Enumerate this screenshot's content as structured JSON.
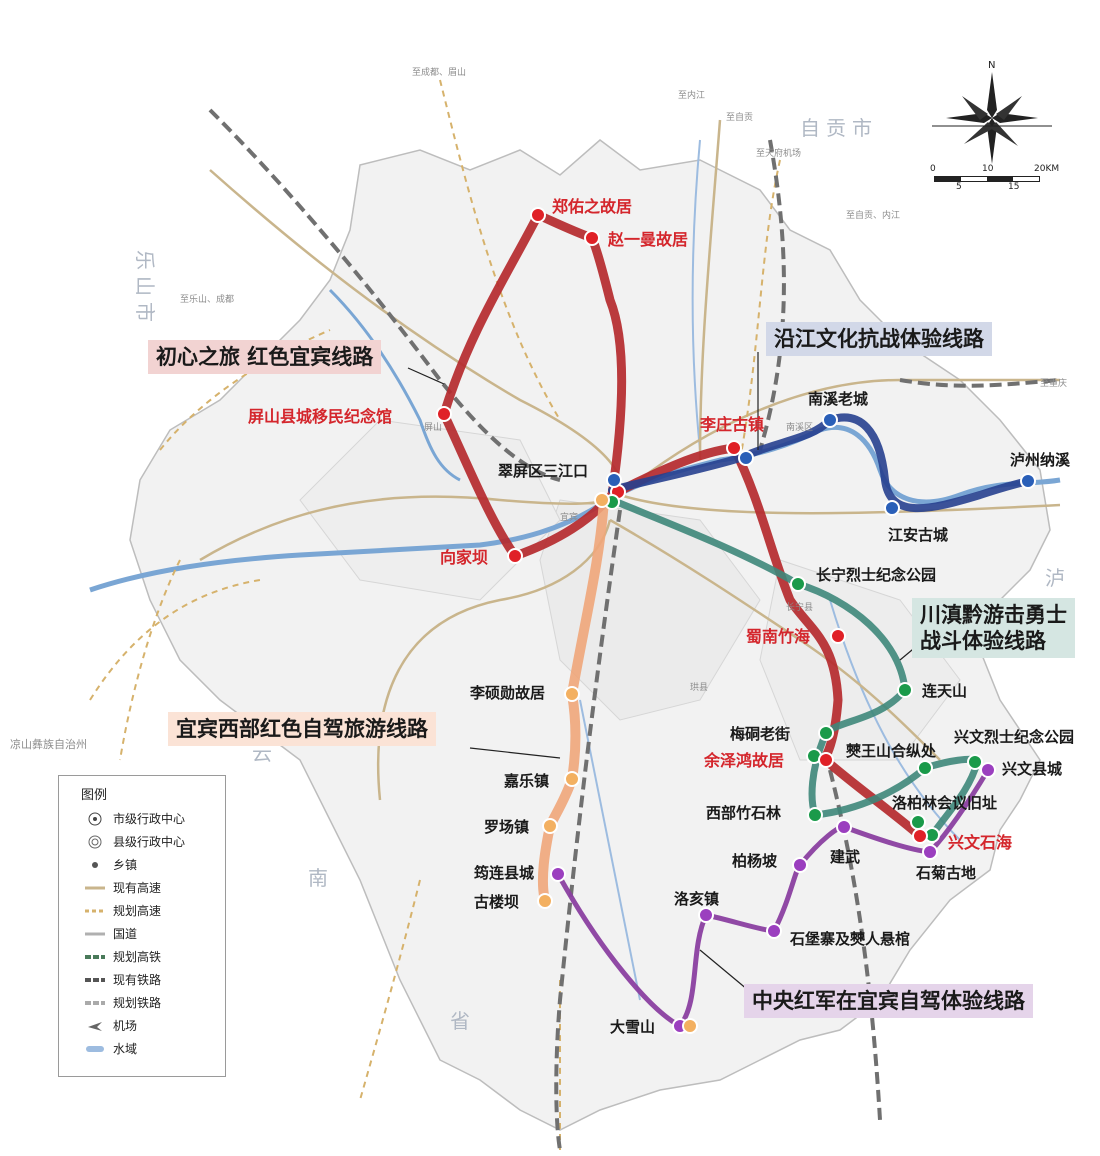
{
  "routes": {
    "red": "初心之旅 红色宜宾线路",
    "blue": "沿江文化抗战体验线路",
    "teal": "川滇黔游击勇士\n战斗体验线路",
    "orange": "宜宾西部红色自驾旅游线路",
    "purple": "中央红军在宜宾自驾体验线路"
  },
  "places": {
    "zhengyouzhi": "郑佑之故居",
    "zhaoyiman": "赵一曼故居",
    "pingshan": "屏山县城移民纪念馆",
    "xiangjiaba": "向家坝",
    "cuiping": "翠屏区三江口",
    "lizhuang": "李庄古镇",
    "nanxi": "南溪老城",
    "luzhou": "泸州纳溪",
    "jiangan": "江安古城",
    "changning": "长宁烈士纪念公园",
    "shunan": "蜀南竹海",
    "liantian": "连天山",
    "meidong": "梅硐老街",
    "yuzehong": "余泽鸿故居",
    "bowang": "僰王山合纵处",
    "xingwen_park": "兴文烈士纪念公园",
    "xingwen_county": "兴文县城",
    "luobolin": "洛柏林会议旧址",
    "xingwen_shihai": "兴文石海",
    "shiju": "石菊古地",
    "xibu": "西部竹石林",
    "boyangpo": "柏杨坡",
    "jianwu": "建武",
    "shibaozhai": "石堡寨及僰人悬棺",
    "luohai": "洛亥镇",
    "daxueshan": "大雪山",
    "lishuoxun": "李硕勋故居",
    "jiale": "嘉乐镇",
    "luochang": "罗场镇",
    "junlian": "筠连县城",
    "gulouba": "古楼坝"
  },
  "regions": {
    "leshan": "乐山市",
    "zigong": "自贡市",
    "lu": "泸",
    "yun": "云",
    "nan": "南",
    "sheng": "省",
    "liangshan": "凉山彝族自治州"
  },
  "small_labels": {
    "to_chengdu_emei": "至成都、眉山",
    "to_neijiang": "至内江",
    "to_zigong": "至自贡",
    "to_tianfu": "至天府机场",
    "to_zigong_neijiang": "至自贡、内江",
    "to_leshan_chengdu": "至乐山、成都",
    "to_chongqing": "至重庆",
    "yibin": "宜宾",
    "pingshan": "屏山",
    "nanxi": "南溪区",
    "gong": "珙县",
    "changning": "长宁县"
  },
  "compass": {
    "north": "N"
  },
  "scale": {
    "ticks": [
      "0",
      "10",
      "20KM"
    ],
    "sub_ticks": [
      "5",
      "15"
    ]
  },
  "legend": {
    "title": "图例",
    "items": [
      {
        "icon": "city-center-icon",
        "label": "市级行政中心"
      },
      {
        "icon": "county-center-icon",
        "label": "县级行政中心"
      },
      {
        "icon": "town-icon",
        "label": "乡镇"
      },
      {
        "icon": "existing-expressway-icon",
        "label": "现有高速"
      },
      {
        "icon": "planned-expressway-icon",
        "label": "规划高速"
      },
      {
        "icon": "national-road-icon",
        "label": "国道"
      },
      {
        "icon": "planned-hsr-icon",
        "label": "规划高铁"
      },
      {
        "icon": "existing-railway-icon",
        "label": "现有铁路"
      },
      {
        "icon": "planned-railway-icon",
        "label": "规划铁路"
      },
      {
        "icon": "airport-icon",
        "label": "机场"
      },
      {
        "icon": "water-icon",
        "label": "水域"
      }
    ]
  },
  "colors": {
    "red_route": "#b52a2e",
    "blue_route": "#27408f",
    "teal_route": "#3e877a",
    "orange_route": "#f0a67a",
    "purple_route": "#8a3fa0",
    "water": "#6f9fd0",
    "expressway": "#c9b58c",
    "railway": "#6e6e6e"
  }
}
